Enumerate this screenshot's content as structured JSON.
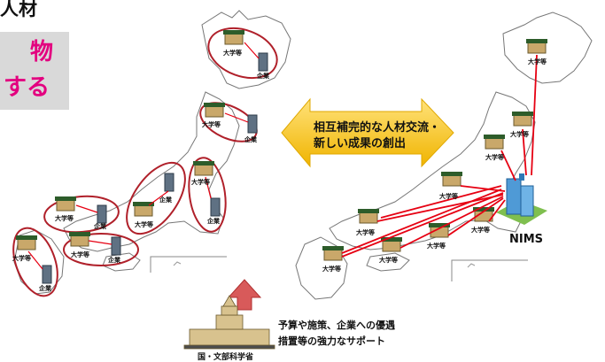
{
  "header_fragment": "人材",
  "highlight_box": {
    "line1": "物",
    "line2": "する"
  },
  "exchange_arrow": {
    "line1": "相互補完的な人材交流・",
    "line2": "新しい成果の創出"
  },
  "nims_label": "NIMS",
  "support_text": {
    "line1": "予算や施策、企業への優遇",
    "line2": "措置等の強力なサポート"
  },
  "government_label": "国・文部科学省",
  "node_labels": {
    "university": "大学等",
    "company": "企業"
  },
  "colors": {
    "pink": "#e3007f",
    "arrow_yellow": "#f5c400",
    "red_line": "#e60012",
    "ellipse": "#b0202a"
  }
}
